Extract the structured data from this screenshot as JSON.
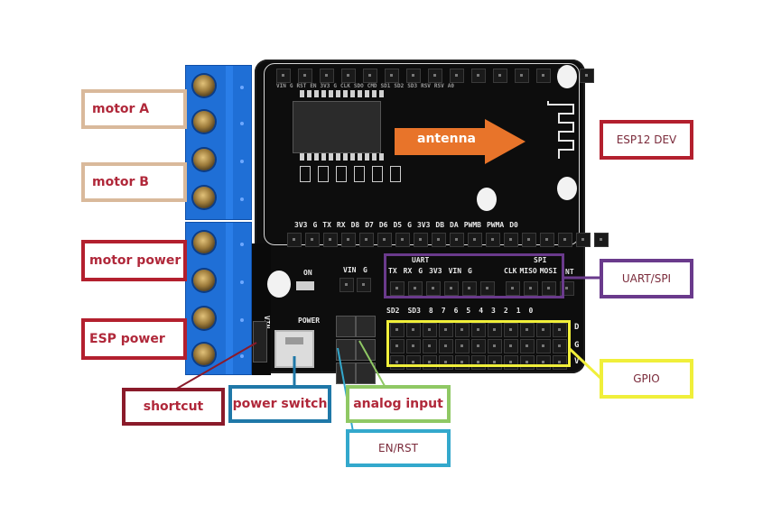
{
  "title": "ESP12 motor shield board pinout",
  "labels": {
    "motor_a": "motor A",
    "motor_b": "motor B",
    "motor_power": "motor power",
    "esp_power": "ESP power",
    "shortcut": "shortcut",
    "power_switch": "power switch",
    "analog_input": "analog input",
    "en_rst": "EN/RST",
    "esp12_dev": "ESP12 DEV",
    "uart_spi": "UART/SPI",
    "gpio": "GPIO",
    "antenna": "antenna"
  },
  "colors": {
    "motor_label_border": "#d9b99b",
    "red_label_border": "#b3202e",
    "power_switch_border": "#1f78a8",
    "analog_border": "#8fc864",
    "en_rst_border": "#33a8cc",
    "uart_spi_border": "#6a3a8c",
    "gpio_border": "#f0ef3a",
    "antenna_arrow": "#e8742a",
    "label_text": "#b0283a"
  },
  "silkscreen": {
    "top_row": [
      "VIN",
      "G",
      "RST",
      "EN",
      "3V3",
      "G",
      "CLK",
      "SDO",
      "CMD",
      "SD1",
      "SD2",
      "SD3",
      "RSV",
      "RSV",
      "A0"
    ],
    "middle_row": [
      "3V3",
      "G",
      "TX",
      "RX",
      "D8",
      "D7",
      "D6",
      "D5",
      "G",
      "3V3",
      "DB",
      "DA",
      "PWMB",
      "PWMA",
      "D0"
    ],
    "on": "ON",
    "vin_g": [
      "VIN",
      "G"
    ],
    "uart_title": "UART",
    "uart_pins": [
      "TX",
      "RX",
      "G",
      "3V3",
      "VIN",
      "G"
    ],
    "spi_title": "SPI",
    "spi_pins": [
      "CLK",
      "MISO",
      "MOSI"
    ],
    "int": "NT",
    "power": "POWER",
    "vin_side": "VIN",
    "gpio_pins": [
      "SD2",
      "SD3",
      "8",
      "7",
      "6",
      "5",
      "4",
      "3",
      "2",
      "1",
      "0"
    ],
    "gpio_rows": [
      "D",
      "G",
      "V"
    ]
  }
}
